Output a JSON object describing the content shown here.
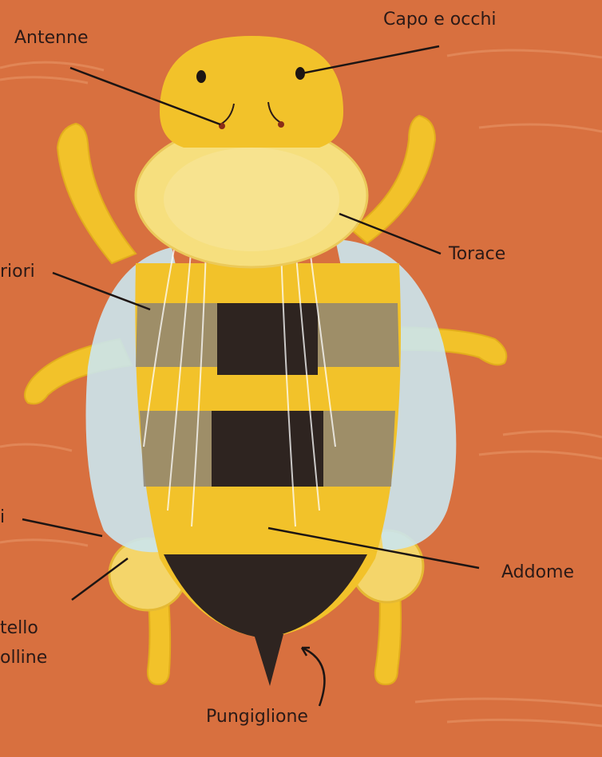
{
  "labels": {
    "antenne": "Antenne",
    "capo_occhi": "Capo e occhi",
    "torace": "Torace",
    "ali_anteriori": "riori",
    "ali_posteriori": "i",
    "addome": "Addome",
    "cestello_line1": "tello",
    "cestello_line2": "olline",
    "pungiglione": "Pungiglione"
  },
  "colors": {
    "background": "#d8703f",
    "bee_yellow": "#f2c22a",
    "thorax_yellow": "#f6df7e",
    "band_gray": "#8f8573",
    "band_dark": "#2e2420",
    "wing_blue": "#cbe6ee",
    "line": "#1d1513"
  }
}
